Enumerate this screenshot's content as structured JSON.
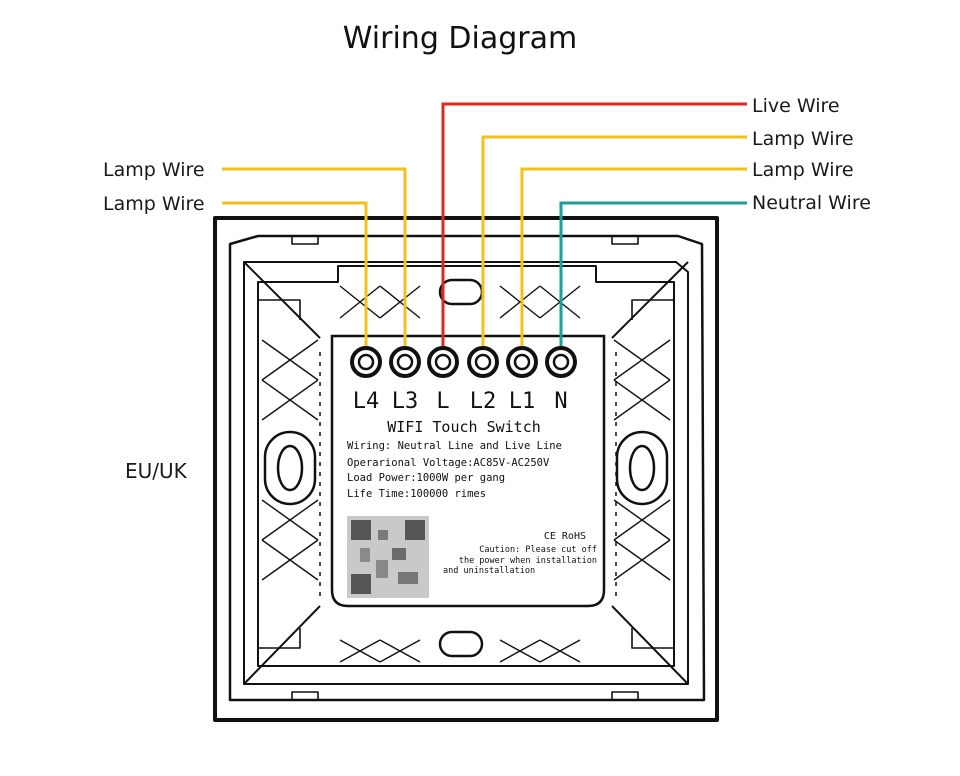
{
  "title": "Wiring Diagram",
  "region_label": "EU/UK",
  "colors": {
    "live": "#e0261f",
    "lamp": "#f2c21b",
    "neutral": "#1f9e9a",
    "outline": "#111111"
  },
  "wires": [
    {
      "id": "live",
      "label": "Live Wire",
      "terminal": "L",
      "color_key": "live"
    },
    {
      "id": "lamp-l2",
      "label": "Lamp Wire",
      "terminal": "L2",
      "color_key": "lamp"
    },
    {
      "id": "lamp-l1",
      "label": "Lamp Wire",
      "terminal": "L1",
      "color_key": "lamp"
    },
    {
      "id": "neutral",
      "label": "Neutral Wire",
      "terminal": "N",
      "color_key": "neutral"
    },
    {
      "id": "lamp-l3",
      "label": "Lamp Wire",
      "terminal": "L3",
      "color_key": "lamp"
    },
    {
      "id": "lamp-l4",
      "label": "Lamp Wire",
      "terminal": "L4",
      "color_key": "lamp"
    }
  ],
  "terminals": [
    "L4",
    "L3",
    "L",
    "L2",
    "L1",
    "N"
  ],
  "panel": {
    "product_name": "WIFI Touch Switch",
    "specs": [
      "Wiring: Neutral Line and Live Line",
      "Operarional Voltage:AC85V-AC250V",
      "Load Power:1000W per gang",
      "Life Time:100000 rimes"
    ],
    "certification": "CE RoHS",
    "caution": [
      "Caution: Please cut off",
      "the power when installation",
      "and uninstallation"
    ]
  }
}
